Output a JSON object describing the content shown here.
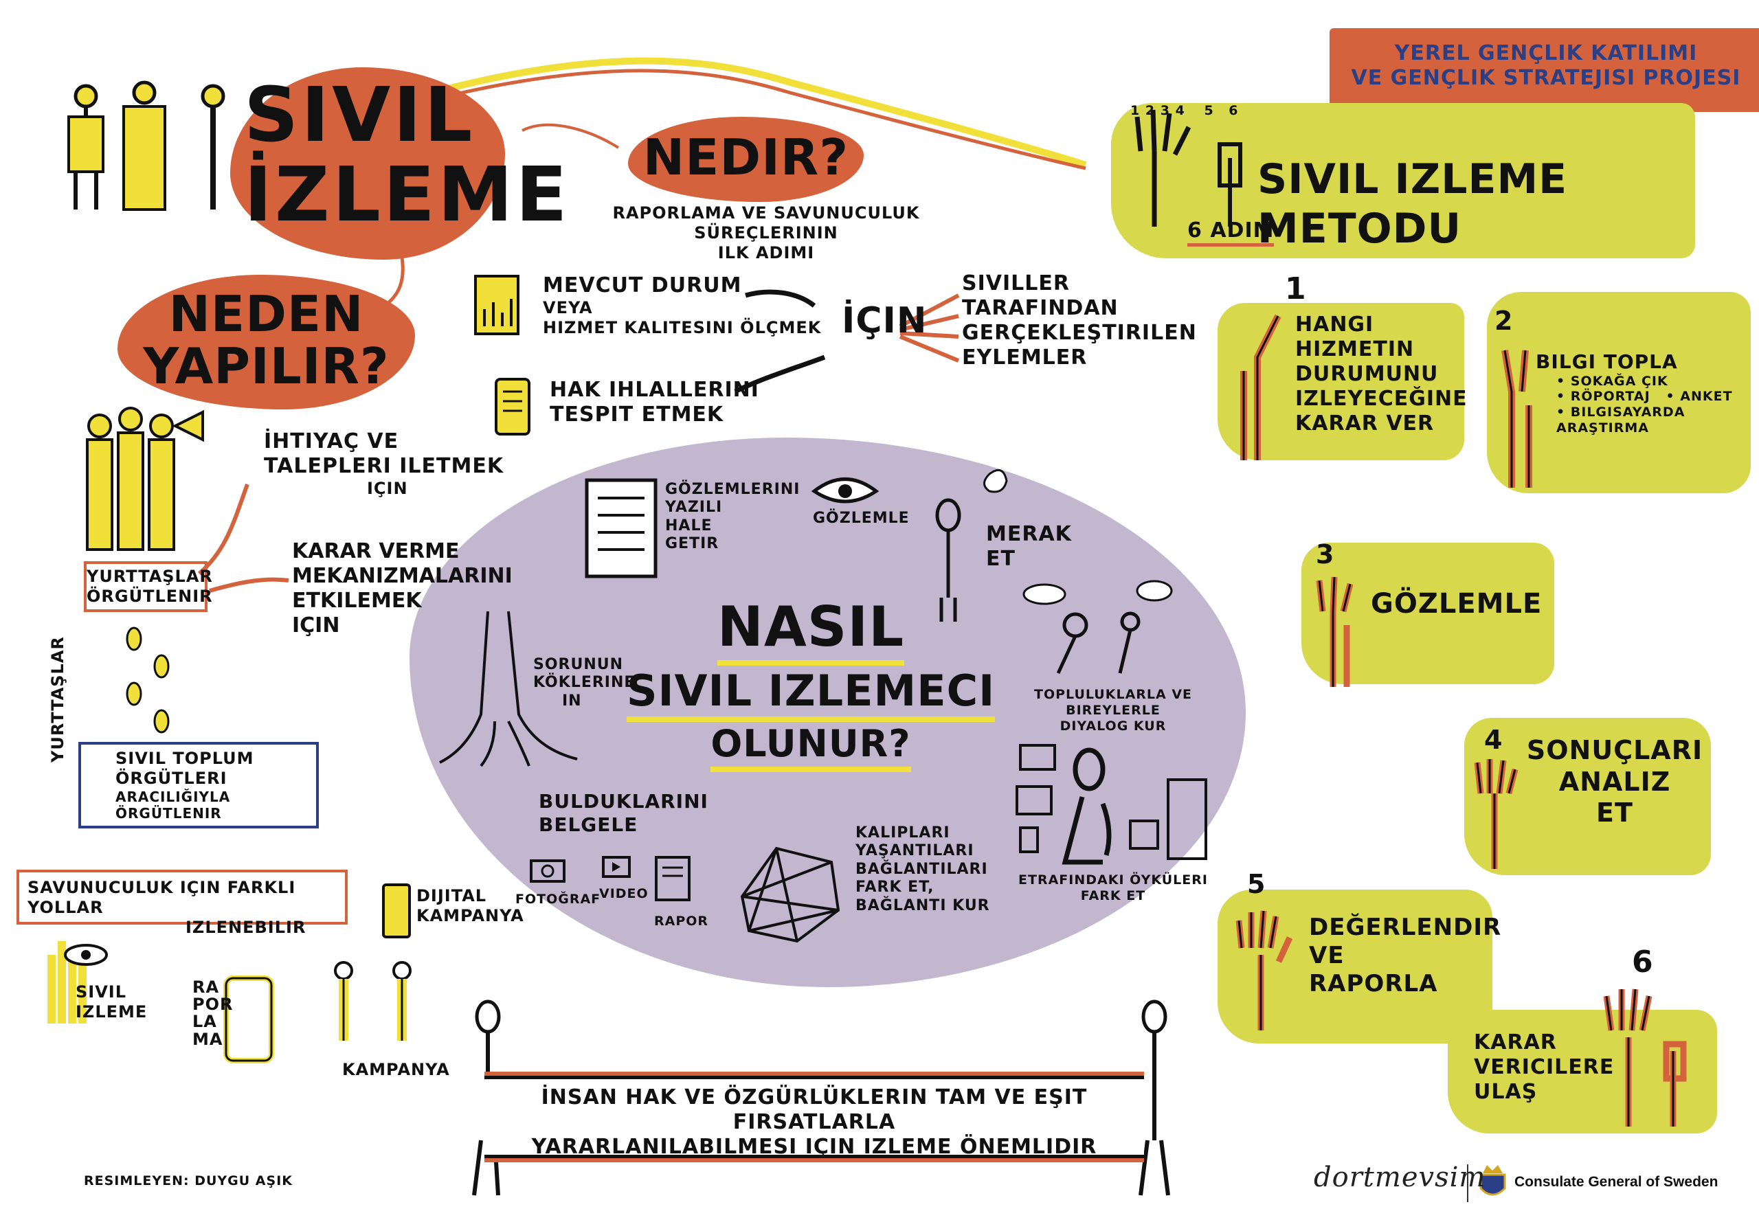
{
  "title": {
    "line1": "Sivil",
    "line2": "İzleme"
  },
  "project_banner": {
    "line1": "Yerel Gençlik Katılımı",
    "line2": "ve Gençlik Stratejisi Projesi"
  },
  "nedir": {
    "heading": "Nedir?",
    "subtitle_line1": "Raporlama ve savunuculuk süreçlerinin",
    "subtitle_line2": "ilk adımı",
    "item1": {
      "line1": "Mevcut durum",
      "line2": "veya",
      "line3": "hizmet kalitesini ölçmek"
    },
    "item2": {
      "line1": "Hak ihlallerini",
      "line2": "tespit etmek"
    },
    "icin": "İçin",
    "result": {
      "line1": "Siviller",
      "line2": "tarafından",
      "line3": "gerçekleştirilen",
      "line4": "eylemler"
    }
  },
  "neden": {
    "heading_line1": "Neden",
    "heading_line2": "yapılır?",
    "reason1": {
      "line1": "İhtiyaç ve",
      "line2": "talepleri iletmek",
      "line3": "için"
    },
    "reason2": {
      "line1": "Karar verme",
      "line2": "mekanizmalarını",
      "line3": "etkilemek",
      "line4": "için"
    },
    "citizens_box": {
      "line1": "Yurttaşlar",
      "line2": "örgütlenir"
    },
    "citizens_vertical": "Yurttaşlar",
    "ngo_box": {
      "line1": "Sivil toplum örgütleri",
      "line2": "aracılığıyla örgütlenir"
    }
  },
  "advocacy": {
    "box_line1": "Savunuculuk için farklı yollar",
    "box_line2": "izlenebilir",
    "digital": {
      "line1": "Dijital",
      "line2": "kampanya"
    },
    "monitoring": {
      "line1": "Sivil",
      "line2": "izleme"
    },
    "reporting": {
      "line1": "Ra",
      "line2": "por",
      "line3": "la",
      "line4": "ma"
    },
    "campaign": "Kampanya"
  },
  "nasil": {
    "line1": "Nasıl",
    "line2": "sivil izlemeci",
    "line3": "olunur?",
    "write": {
      "line1": "Gözlemlerini",
      "line2": "yazılı",
      "line3": "hale",
      "line4": "getir"
    },
    "observe": "Gözlemle",
    "curious": {
      "line1": "Merak",
      "line2": "et"
    },
    "dialogue": {
      "line1": "Topluluklarla ve bireylerle",
      "line2": "diyalog kur"
    },
    "stories": {
      "line1": "Etrafındaki öyküleri",
      "line2": "fark et"
    },
    "patterns": {
      "line1": "Kalıpları",
      "line2": "yaşantıları",
      "line3": "bağlantıları",
      "line4": "fark et,",
      "line5": "bağlantı kur"
    },
    "document": {
      "line1": "Bulduklarını",
      "line2": "belgele"
    },
    "doc_types": [
      "Fotoğraf",
      "Video",
      "Rapor"
    ],
    "roots": {
      "line1": "Sorunun",
      "line2": "köklerine",
      "line3": "in"
    }
  },
  "method": {
    "heading": "Sivil izleme metodu",
    "steps_label": "6 adım",
    "finger_numbers": [
      "1",
      "2",
      "3",
      "4",
      "5",
      "6"
    ],
    "steps": [
      {
        "number": "1",
        "lines": [
          "Hangi",
          "hizmetin",
          "durumunu",
          "izleyeceğine",
          "karar ver"
        ]
      },
      {
        "number": "2",
        "lines": [
          "Bilgi topla"
        ],
        "bullets": [
          "Sokağa çık",
          "Röportaj",
          "Anket",
          "Bilgisayarda araştırma"
        ]
      },
      {
        "number": "3",
        "lines": [
          "Gözlemle"
        ]
      },
      {
        "number": "4",
        "lines": [
          "Sonuçları",
          "analiz",
          "et"
        ]
      },
      {
        "number": "5",
        "lines": [
          "Değerlendir",
          "ve",
          "raporla"
        ]
      },
      {
        "number": "6",
        "lines": [
          "Karar",
          "vericilere",
          "ulaş"
        ]
      }
    ]
  },
  "bottom_banner": {
    "line1": "İnsan hak ve özgürlüklerin tam ve eşit fırsatlarla",
    "line2": "yararlanılabilmesi için izleme önemlidir"
  },
  "credit": "Resimleyen: Duygu Aşık",
  "logos": {
    "dortmevsim": "dortmevsim",
    "consulate": "Consulate General of Sweden"
  },
  "colors": {
    "orange": "#D4623C",
    "green": "#D7D84B",
    "lavender": "#C3B7CF",
    "blue": "#2B3F86",
    "yellow": "#F2E03A"
  }
}
